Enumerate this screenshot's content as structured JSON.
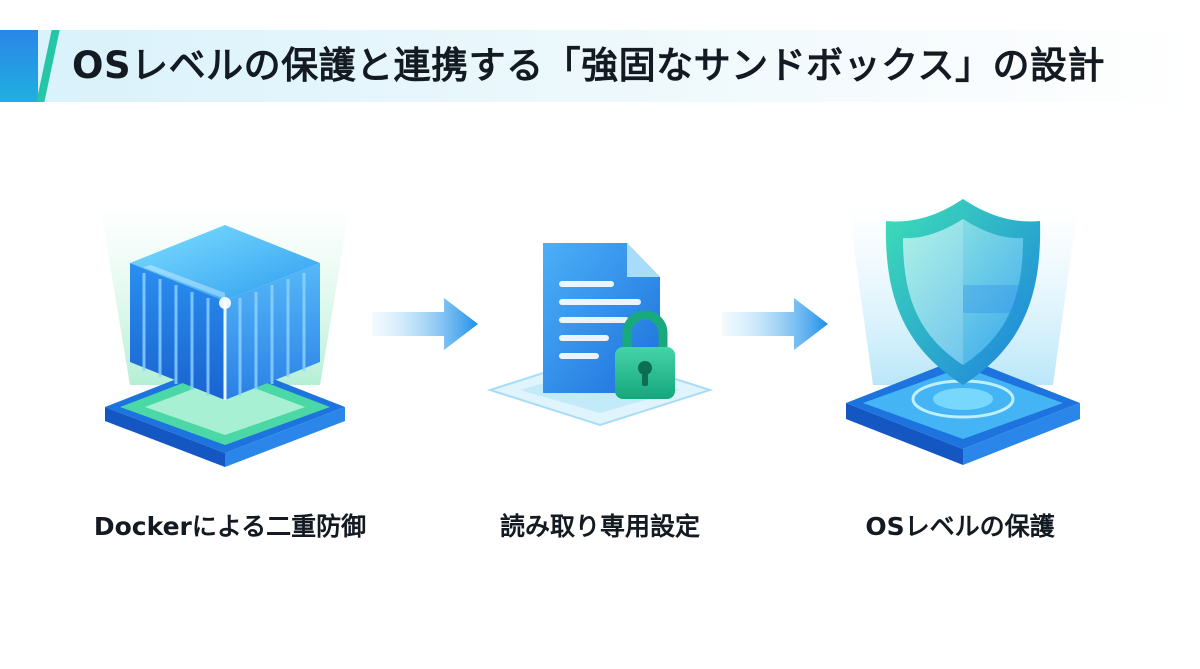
{
  "title": "OSレベルの保護と連携する「強固なサンドボックス」の設計",
  "steps": [
    {
      "label": "Dockerによる二重防御",
      "icon": "container-icon"
    },
    {
      "label": "読み取り専用設定",
      "icon": "locked-document-icon"
    },
    {
      "label": "OSレベルの保護",
      "icon": "shield-icon"
    }
  ],
  "colors": {
    "accent_blue": "#2a86e8",
    "accent_green": "#25c6a8",
    "arrow_blue": "#1f8fe8",
    "text": "#141a22"
  }
}
